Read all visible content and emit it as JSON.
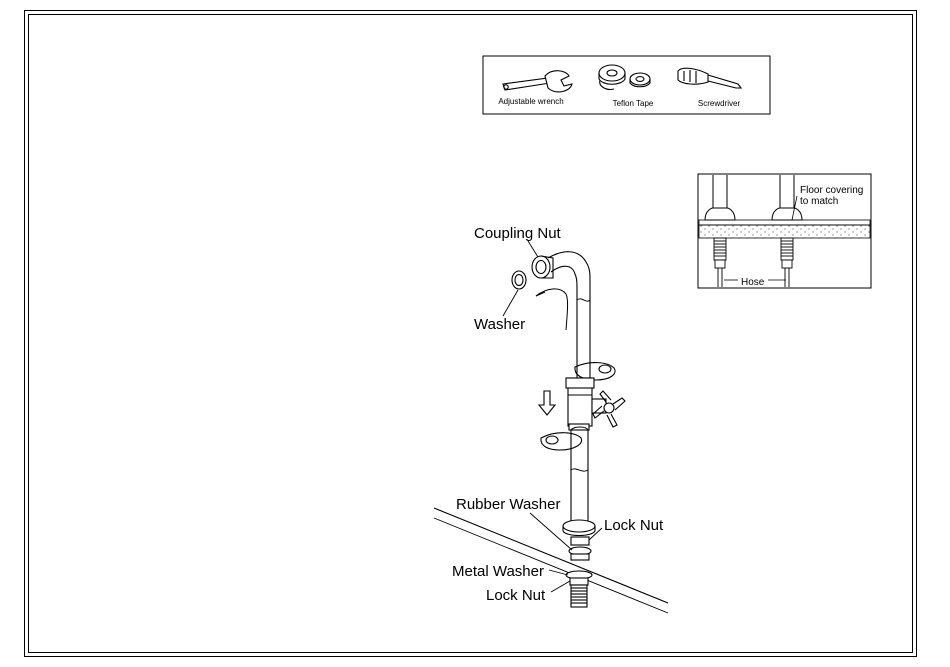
{
  "tools": {
    "items": [
      {
        "label": "Adjustable wrench",
        "icon": "wrench-icon"
      },
      {
        "label": "Teflon Tape",
        "icon": "tape-icon"
      },
      {
        "label": "Screwdriver",
        "icon": "screwdriver-icon"
      }
    ]
  },
  "parts": {
    "coupling_nut": "Coupling Nut",
    "washer": "Washer",
    "rubber_washer": "Rubber Washer",
    "lock_nut_top": "Lock Nut",
    "metal_washer": "Metal Washer",
    "lock_nut_bottom": "Lock Nut"
  },
  "inset": {
    "floor_covering_line1": "Floor covering",
    "floor_covering_line2": "to match",
    "hose": "Hose"
  }
}
